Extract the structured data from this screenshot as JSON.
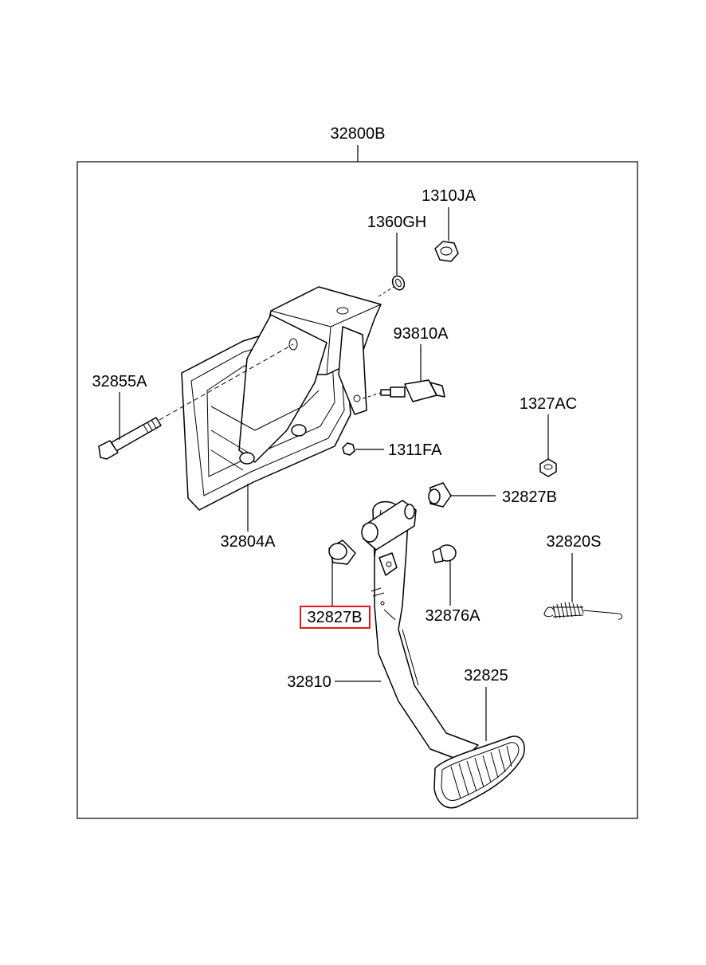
{
  "assembly_label": "32800B",
  "highlight_color": "#e0191b",
  "parts": {
    "p1310JA": "1310JA",
    "p1360GH": "1360GH",
    "p93810A": "93810A",
    "p32855A": "32855A",
    "p1327AC": "1327AC",
    "p1311FA": "1311FA",
    "p32827B_right": "32827B",
    "p32804A": "32804A",
    "p32820S": "32820S",
    "p32827B_left": "32827B",
    "p32876A": "32876A",
    "p32810": "32810",
    "p32825": "32825"
  }
}
